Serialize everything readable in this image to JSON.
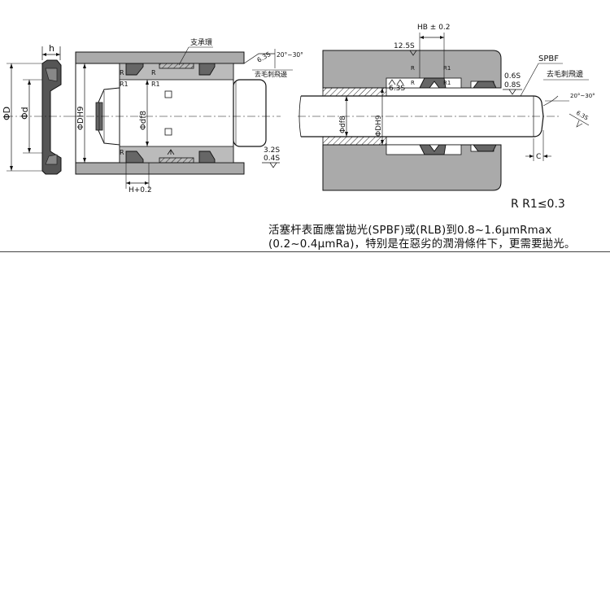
{
  "left_drawing": {
    "dim_h": "h",
    "dim_D": "ΦD",
    "dim_d": "Φd",
    "dim_DH9": "ΦDH9",
    "dim_df8": "Φdf8",
    "support_ring": "支承環",
    "r_label": "R",
    "r1_label": "R1",
    "roughness_top": "6.3S",
    "angle": "20°~30°",
    "deburr": "去毛刺飛邊",
    "roughness_low1": "3.2S",
    "roughness_low2": "0.4S",
    "dim_H": "H+0.2"
  },
  "right_drawing": {
    "dim_HB": "HB ± 0.2",
    "roughness_12_5": "12.5S",
    "roughness_6_3": "6.3S",
    "roughness_0_6": "0.6S",
    "roughness_0_8": "0.8S",
    "spbf": "SPBF",
    "deburr": "去毛刺飛邊",
    "angle": "20°~30°",
    "roughness_6_3b": "6.3S",
    "dim_df8": "Φdf8",
    "dim_DH9": "ΦDH9",
    "dim_C": "C",
    "r_label": "R",
    "r1_label": "R1"
  },
  "notes": {
    "rr": "R R1≤0.3",
    "line1": "活塞杆表面應當拋光(SPBF)或(RLB)到0.8~1.6μmRmax",
    "line2": "(0.2~0.4μmRa)，特别是在惡劣的潤滑條件下，更需要拋光。"
  }
}
